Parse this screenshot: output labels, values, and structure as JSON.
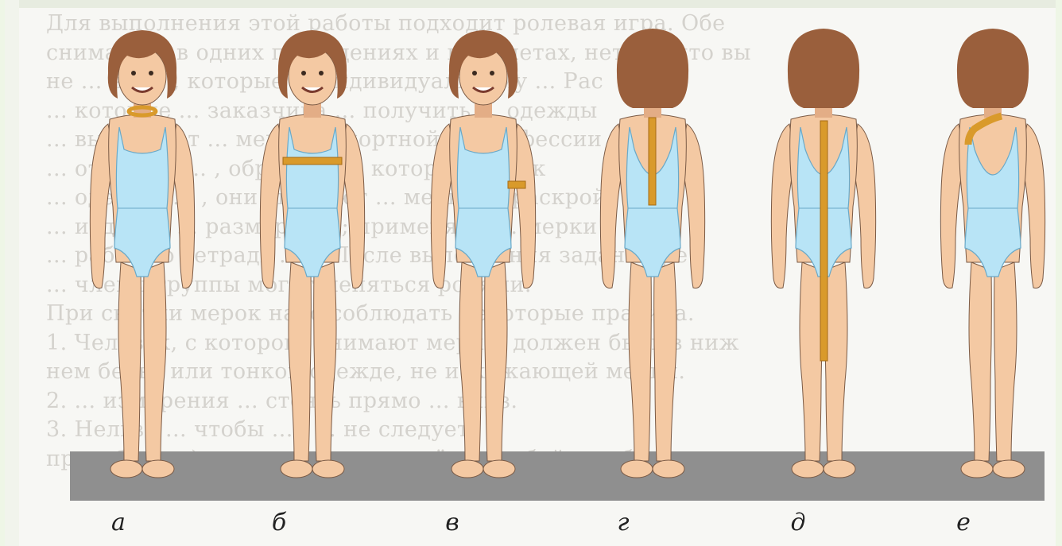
{
  "background_text": [
    "Для выполнения этой работы подходит ролевая игра. Обе",
    "снимается в одних помещениях и предметах, нет ... , что вы",
    "не ... на ... , которые ... индивидуальному ... Рас",
    "... которые ... заказчика ... получить ... одежды",
    "... выполняет ... мерки ... портной ... профессии",
    "... отвечает ... , образец ... , который ... как",
    "... одежды ... , они снимают ... мерки ... раскрой",
    "... изделие ... размеры ... ; применяют ... мерки",
    "... рабочую тетрадь ... ). После выполнения задания ре",
    "... члены группы могут меняться ролями.",
    "При снятии мерок надо соблюдать некоторые правила.",
    "1. Человек, с которого снимают мерки, должен быть в ниж",
    "нем белье или тонкой одежде, не искажающей мерки.",
    "2. ... измерения ... стоять прямо ... вниз.",
    "3. Нельзя ... чтобы ... ; ... не следует",
    "прегибаться), так как это повлечёт за собой ошибки в определе"
  ],
  "figures": [
    {
      "caption": "а",
      "measure": "neck"
    },
    {
      "caption": "б",
      "measure": "chest"
    },
    {
      "caption": "в",
      "measure": "arm"
    },
    {
      "caption": "г",
      "measure": "back-length"
    },
    {
      "caption": "д",
      "measure": "full-back-length"
    },
    {
      "caption": "е",
      "measure": "shoulder"
    }
  ],
  "colors": {
    "skin": "#f4c9a3",
    "skin_shadow": "#e3ad86",
    "hair": "#9a5f3c",
    "swimsuit": "#b8e4f6",
    "tape": "#d99a2b",
    "floor": "#8f8f8f",
    "outline": "#7a5a45"
  }
}
